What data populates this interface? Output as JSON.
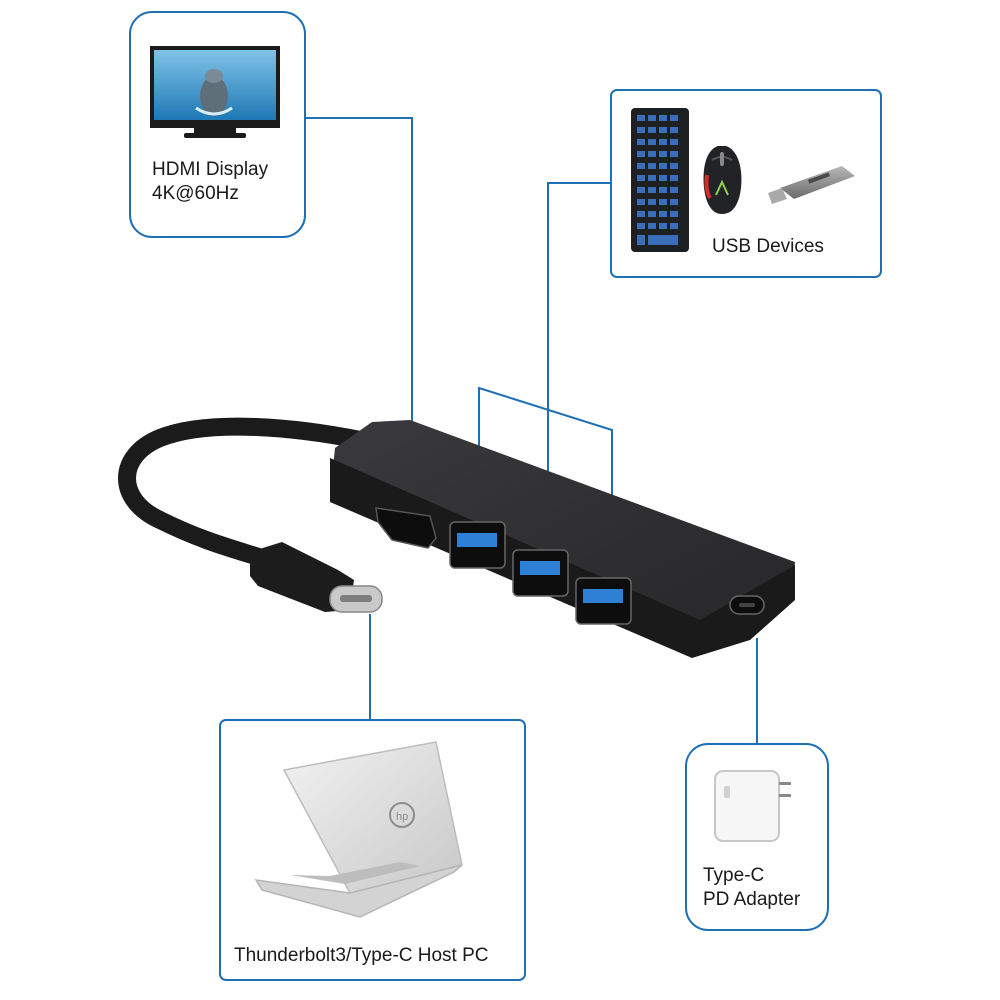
{
  "colors": {
    "accent_line": "#1f6fb5",
    "card_border": "#1f6fb5",
    "hub_body": "#2c2c2e",
    "usb_port_blue": "#2e7fd6"
  },
  "icons": {
    "display": "monitor-icon",
    "keyboard": "keyboard-icon",
    "mouse": "mouse-icon",
    "usb_drive": "usb-drive-icon",
    "laptop": "laptop-icon",
    "adapter": "power-adapter-icon",
    "hub": "usb-c-hub-icon"
  },
  "callouts": {
    "hdmi": {
      "line1": "HDMI Display",
      "line2": "4K@60Hz"
    },
    "usb": {
      "label": "USB Devices"
    },
    "host": {
      "label": "Thunderbolt3/Type-C Host PC"
    },
    "pd": {
      "line1": "Type-C",
      "line2": "PD Adapter"
    }
  }
}
